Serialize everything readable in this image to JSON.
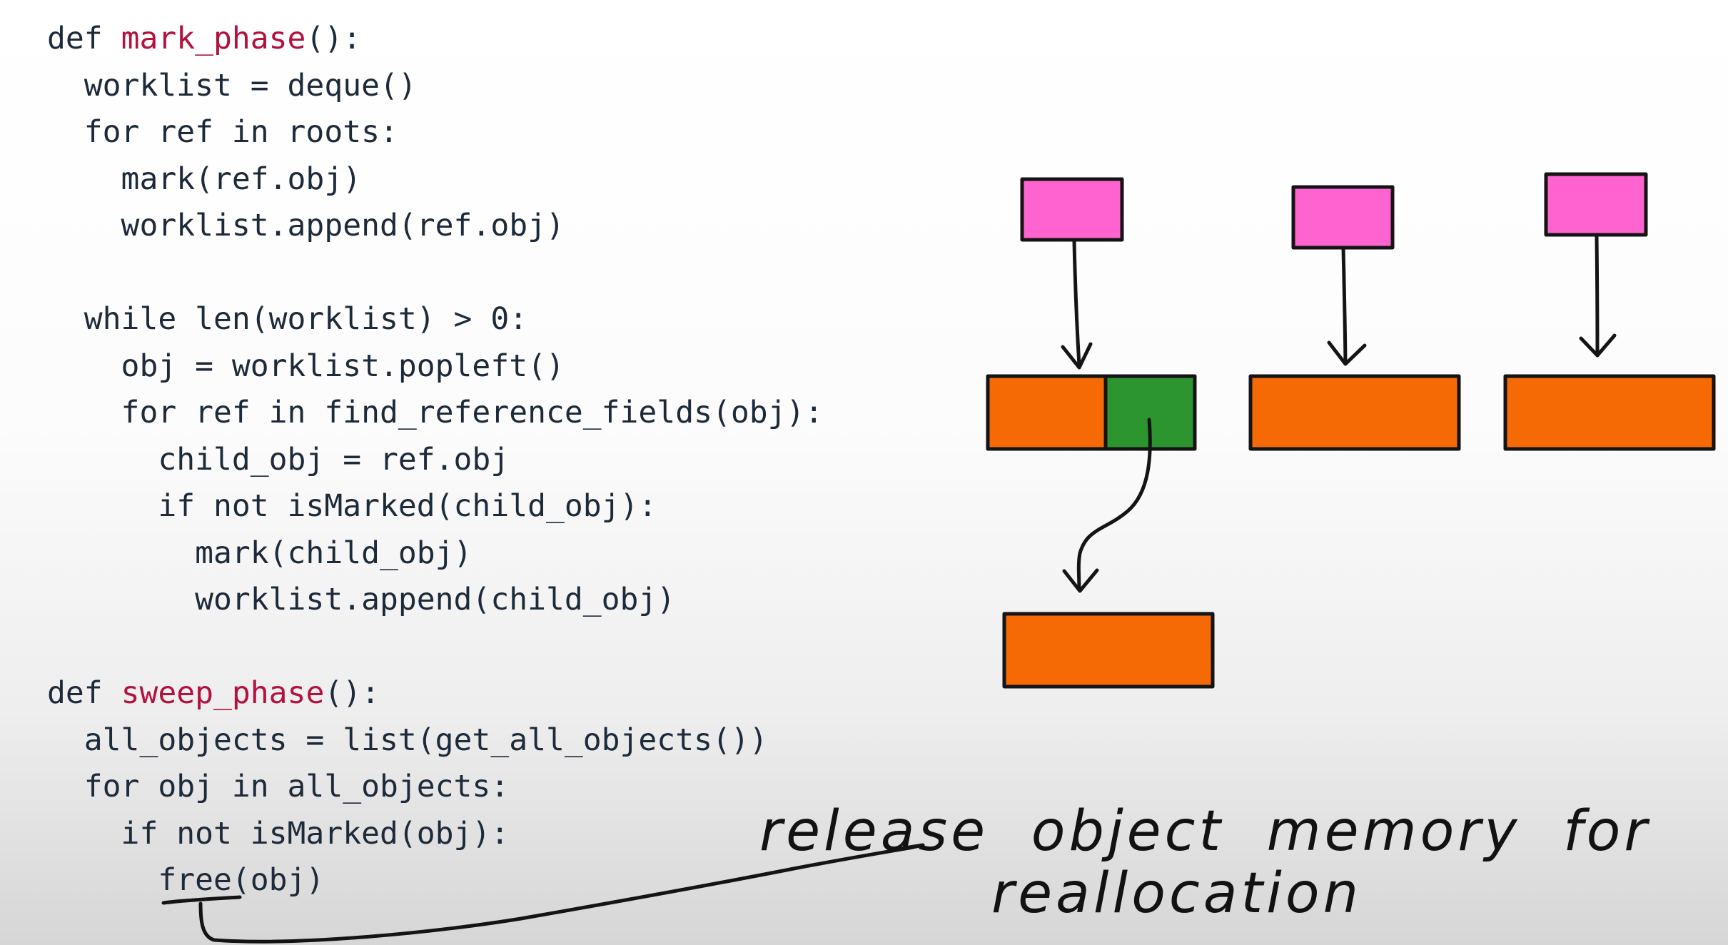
{
  "code": {
    "mark_def": {
      "keyword": "def ",
      "name": "mark_phase",
      "suffix": "():"
    },
    "mark_lines": [
      "  worklist = deque()",
      "  for ref in roots:",
      "    mark(ref.obj)",
      "    worklist.append(ref.obj)",
      "",
      "  while len(worklist) > 0:",
      "    obj = worklist.popleft()",
      "    for ref in find_reference_fields(obj):",
      "      child_obj = ref.obj",
      "      if not isMarked(child_obj):",
      "        mark(child_obj)",
      "        worklist.append(child_obj)",
      ""
    ],
    "sweep_def": {
      "keyword": "def ",
      "name": "sweep_phase",
      "suffix": "():"
    },
    "sweep_lines": [
      "  all_objects = list(get_all_objects())",
      "  for obj in all_objects:",
      "    if not isMarked(obj):"
    ],
    "free_line": {
      "indent": "      ",
      "fn": "free",
      "rest": "(obj)"
    }
  },
  "annotation": {
    "line1": "release  object  memory  for",
    "line2": "reallocation"
  },
  "colors": {
    "root": "#ff63cf",
    "object": "#f66a05",
    "child_ref": "#2c9530",
    "keyword": "#1d2a3a",
    "function_name": "#b3123d"
  }
}
